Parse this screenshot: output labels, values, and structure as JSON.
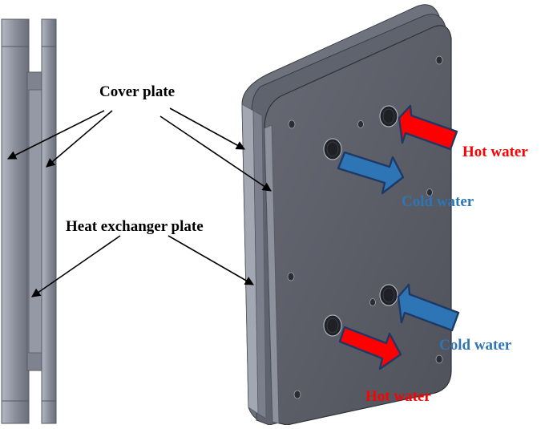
{
  "labels": {
    "cover_plate": "Cover plate",
    "heat_exchanger_plate": "Heat exchanger plate",
    "hot_water_top": "Hot water",
    "cold_water_top": "Cold water",
    "cold_water_bottom": "Cold water",
    "hot_water_bottom": "Hot water"
  },
  "colors": {
    "hot": "#ff0000",
    "cold": "#2e75b6",
    "arrow_outline": "#1f3864",
    "plate_face": "#5b5e68",
    "plate_edge": "#8a8e9a",
    "background": "#ffffff"
  },
  "icons": {
    "hot_arrow": "red-block-arrow",
    "cold_arrow": "blue-block-arrow",
    "leader": "thin-black-arrow"
  }
}
